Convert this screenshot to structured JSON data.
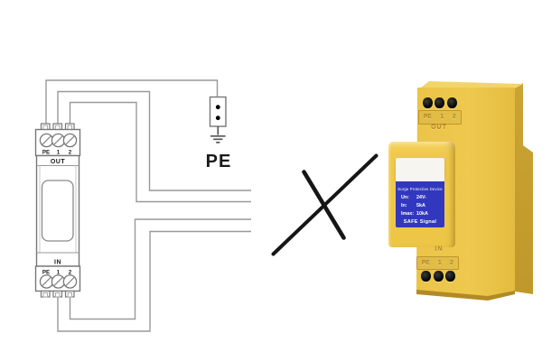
{
  "shared": {
    "terminals": [
      "PE",
      "1",
      "2"
    ]
  },
  "diagram": {
    "out_label": "OUT",
    "in_label": "IN",
    "earth_label": "PE"
  },
  "product": {
    "out_label": "OUT",
    "in_label": "IN",
    "nameplate": {
      "title": "Surge Protective Device",
      "specs": [
        {
          "key": "Un:",
          "value": "24V-"
        },
        {
          "key": "In:",
          "value": "5kA"
        },
        {
          "key": "Imax:",
          "value": "10kA"
        }
      ],
      "footer": "SAFE Signal"
    }
  },
  "colors": {
    "wire_gray": "#999999",
    "outline_gray": "#777777",
    "diagram_text": "#1a1a1a",
    "cross_black": "#161616",
    "body_yellow": "#EBC447",
    "side_yellow": "#C79E2F",
    "top_yellow": "#F3D469",
    "underside_yellow": "#B28A24",
    "nameplate_blue": "#3238BE",
    "emboss_text": "#BC902C"
  }
}
